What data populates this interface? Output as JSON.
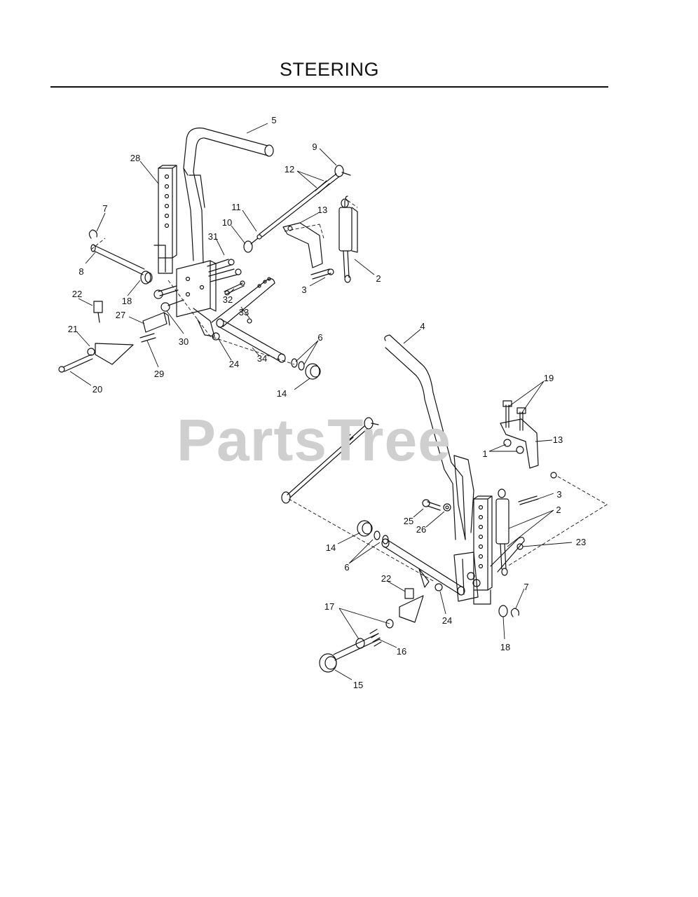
{
  "page": {
    "title": "STEERING"
  },
  "watermark": {
    "text": "PartsTree"
  },
  "callouts": [
    {
      "id": "c5",
      "text": "5"
    },
    {
      "id": "c28",
      "text": "28"
    },
    {
      "id": "c9",
      "text": "9"
    },
    {
      "id": "c12a",
      "text": "12"
    },
    {
      "id": "c7a",
      "text": "7"
    },
    {
      "id": "c11",
      "text": "11"
    },
    {
      "id": "c13a",
      "text": "13"
    },
    {
      "id": "c10",
      "text": "10"
    },
    {
      "id": "c31",
      "text": "31"
    },
    {
      "id": "c8",
      "text": "8"
    },
    {
      "id": "c2a",
      "text": "2"
    },
    {
      "id": "c3a",
      "text": "3"
    },
    {
      "id": "c18a",
      "text": "18"
    },
    {
      "id": "c22a",
      "text": "22"
    },
    {
      "id": "c32",
      "text": "32"
    },
    {
      "id": "c27",
      "text": "27"
    },
    {
      "id": "c33",
      "text": "33"
    },
    {
      "id": "c21",
      "text": "21"
    },
    {
      "id": "c30",
      "text": "30"
    },
    {
      "id": "c6a",
      "text": "6"
    },
    {
      "id": "c24a",
      "text": "24"
    },
    {
      "id": "c34",
      "text": "34"
    },
    {
      "id": "c29",
      "text": "29"
    },
    {
      "id": "c20",
      "text": "20"
    },
    {
      "id": "c14a",
      "text": "14"
    },
    {
      "id": "c4",
      "text": "4"
    },
    {
      "id": "c19",
      "text": "19"
    },
    {
      "id": "c13b",
      "text": "13"
    },
    {
      "id": "c1",
      "text": "1"
    },
    {
      "id": "c3b",
      "text": "3"
    },
    {
      "id": "c2b",
      "text": "2"
    },
    {
      "id": "c25",
      "text": "25"
    },
    {
      "id": "c26",
      "text": "26"
    },
    {
      "id": "c14b",
      "text": "14"
    },
    {
      "id": "c23",
      "text": "23"
    },
    {
      "id": "c6b",
      "text": "6"
    },
    {
      "id": "c22b",
      "text": "22"
    },
    {
      "id": "c7b",
      "text": "7"
    },
    {
      "id": "c17",
      "text": "17"
    },
    {
      "id": "c24b",
      "text": "24"
    },
    {
      "id": "c16",
      "text": "16"
    },
    {
      "id": "c18b",
      "text": "18"
    },
    {
      "id": "c15",
      "text": "15"
    }
  ]
}
